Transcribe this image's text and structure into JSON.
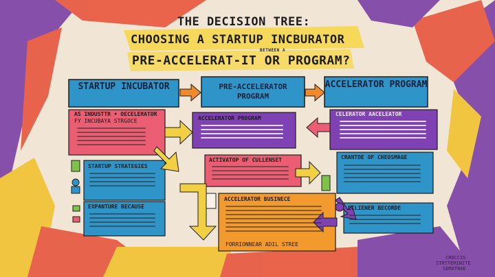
{
  "title": {
    "line1": "THE DECISION TREE:",
    "line2": "CHOOSING A STARTUP INCBURATOR",
    "between": "BETWEEN A",
    "line3": "PRE-ACCELERAT-IT OR PROGRAM?"
  },
  "top_boxes": [
    {
      "label": "STARTUP INCUBATOR",
      "color": "#2f95c9"
    },
    {
      "label": "PRE-ACCELERATOR PROGRAM",
      "color": "#2f95c9"
    },
    {
      "label": "ACCELERATOR PROGRAM",
      "color": "#2f95c9"
    }
  ],
  "detail_boxes": [
    {
      "heading": "AS INDUSTTR • OECELERATOR",
      "subheading": "FY INCUBAYA STRGOCE",
      "color": "#ea5d72"
    },
    {
      "heading": "ACCELERATOR PROGRAM",
      "color": "#7f42b3"
    },
    {
      "heading": "CELERATOR AACELEATOR",
      "color": "#7f42b3"
    },
    {
      "heading": "STARTUP STRATEGIES",
      "color": "#2f95c9"
    },
    {
      "heading": "ACTIVATOP OF CULLENSET",
      "color": "#ea5d72"
    },
    {
      "heading": "CRANTDE OF CHEOSMAGE",
      "color": "#2f95c9"
    },
    {
      "heading": "EXPANTURE BECAUSE",
      "color": "#2f95c9"
    },
    {
      "heading": "ACCELERATOR BUSINECE",
      "color": "#f29a2e"
    },
    {
      "heading": "ECLIENER BECORDE",
      "color": "#2f95c9"
    }
  ],
  "footer_line": "FORRIONNEAR ADIL STREE",
  "signature": [
    "CROCCIS",
    "STRTTEMINITE",
    "SEMATRAE"
  ]
}
